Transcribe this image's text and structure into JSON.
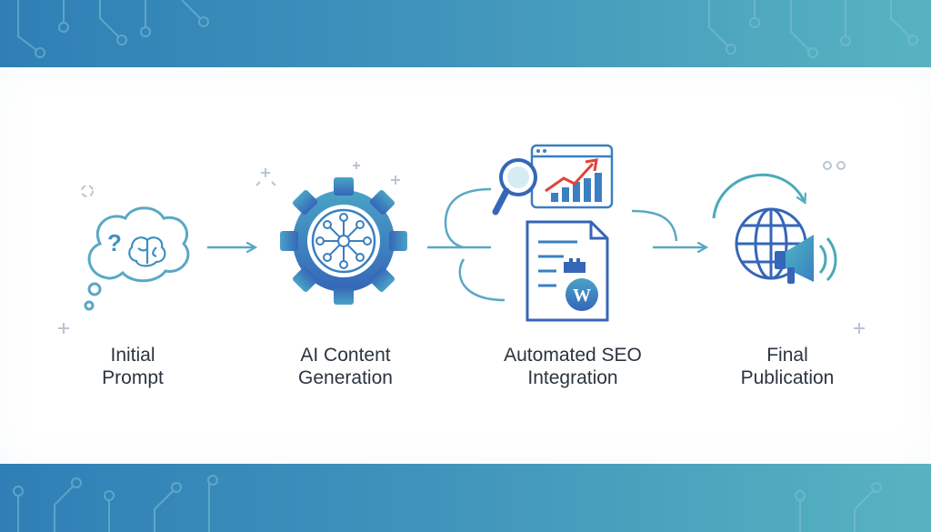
{
  "steps": [
    {
      "line1": "Initial",
      "line2": "Prompt",
      "icon": "thought-bubble-brain-icon"
    },
    {
      "line1": "AI Content",
      "line2": "Generation",
      "icon": "gear-network-icon"
    },
    {
      "line1": "Automated SEO",
      "line2": "Integration",
      "icon": "seo-analytics-wordpress-icon"
    },
    {
      "line1": "Final",
      "line2": "Publication",
      "icon": "globe-megaphone-icon"
    }
  ],
  "colors": {
    "primary": "#3b7fc0",
    "accent": "#4aa9b8",
    "arrow": "#5aa8c4",
    "chart_red": "#e0443c",
    "band": "#3f93bb"
  }
}
